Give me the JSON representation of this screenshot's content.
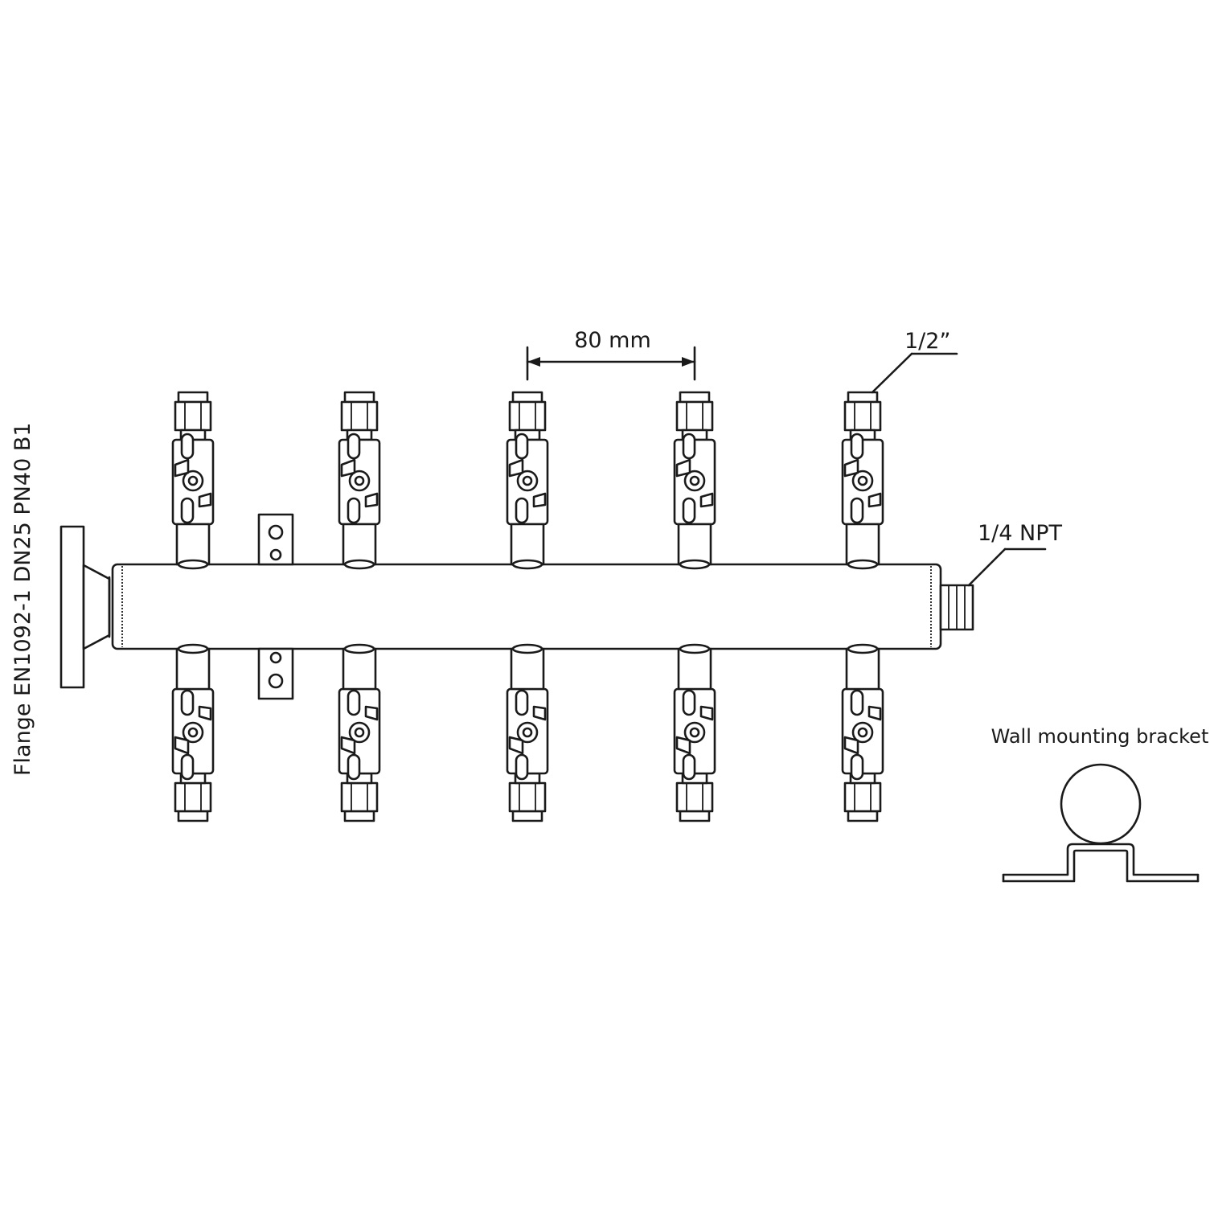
{
  "labels": {
    "flange": "Flange EN1092-1 DN25 PN40 B1",
    "spacing": "80 mm",
    "outlet_size": "1/2”",
    "end_port": "1/4 NPT",
    "bracket": "Wall mounting bracket"
  },
  "manifold": {
    "outlets_per_side": 5,
    "sides": [
      "top",
      "bottom"
    ],
    "valve_icon": "needle-valve-icon",
    "fitting_icon": "compression-fitting-icon"
  },
  "colors": {
    "line": "#1a1a1a",
    "background": "#ffffff"
  }
}
